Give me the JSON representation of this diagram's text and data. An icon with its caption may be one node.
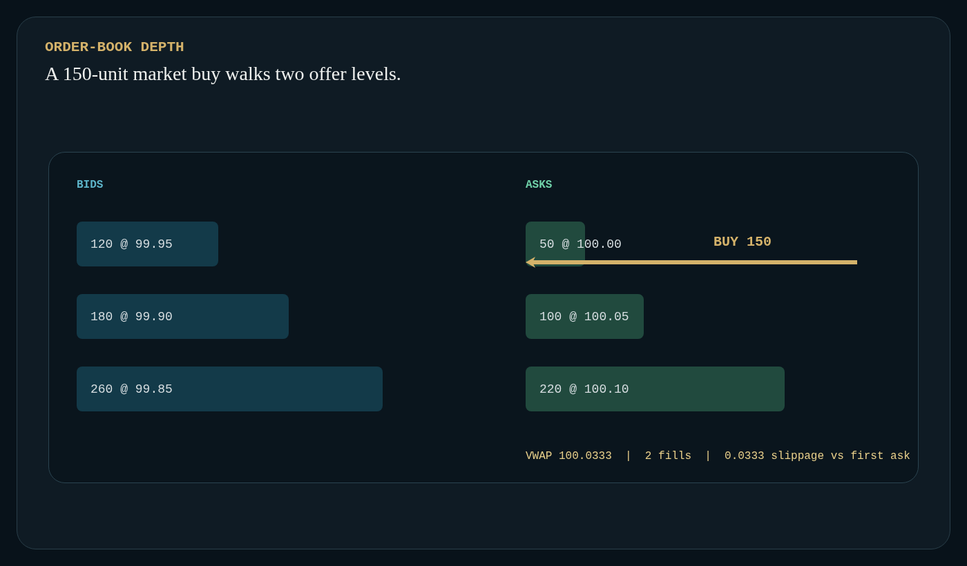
{
  "diagram": {
    "title": "ORDER-BOOK DEPTH",
    "nodes": [
      {
        "text": [
          "BIDS",
          "ASKS"
        ]
      },
      {
        "text": [
          "120 @ 99.95"
        ],
        "in": 0
      },
      {
        "text": [
          "180 @ 99.90"
        ],
        "in": 0
      },
      {
        "text": [
          "260 @ 99.85"
        ],
        "in": 0
      },
      {
        "text": [
          "50 @ 100.00"
        ],
        "in": 0
      },
      {
        "text": [
          "100 @ 100.05"
        ],
        "in": 0
      },
      {
        "text": [
          "220 @ 100.10"
        ],
        "in": 0
      }
    ],
    "edges": [
      {
        "from": null,
        "to": 4,
        "arrow": "to",
        "label": "BUY 150"
      }
    ],
    "labels": [
      "A 150-unit market buy walks two offer levels.",
      "VWAP 100.0333  |  2 fills  |  0.0333 slippage vs first ask"
    ]
  }
}
